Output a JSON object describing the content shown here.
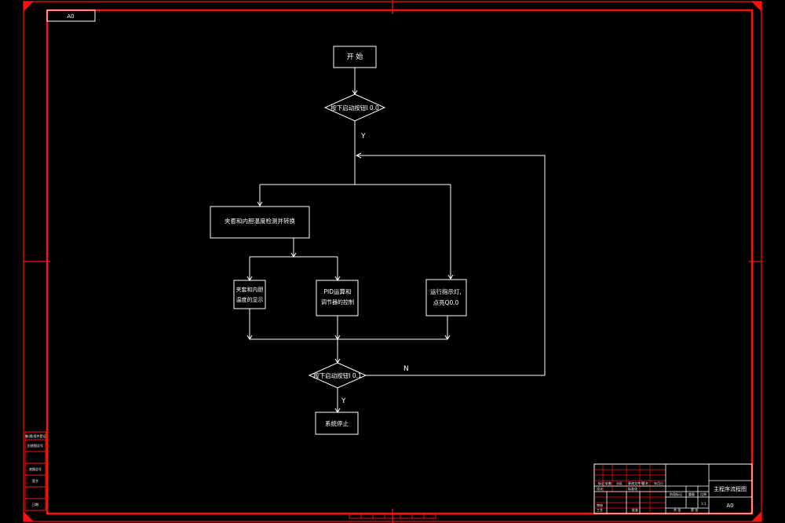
{
  "sheet": {
    "size_label": "A0",
    "title": "主程序流程图",
    "title_size": "A0",
    "border_color": "#ff1010",
    "line_color": "#ffffff",
    "left_labels": [
      "借(通)用件登记",
      "旧底图总号",
      "底图总号",
      "签字",
      "日期"
    ]
  },
  "flowchart": {
    "start": "开 始",
    "decision1": "按下启动按钮I 0.0",
    "decision1_yes": "Y",
    "process_main": "夹套和内胆温度检测并转换",
    "process_display_line1": "夹套和内胆",
    "process_display_line2": "温度的显示",
    "process_pid_line1": "PID运算和",
    "process_pid_line2": "调节器的控制",
    "process_alarm_line1": "运行指示灯,",
    "process_alarm_line2": "点亮Q0.0",
    "decision2": "按下启动按钮I 0.1",
    "decision2_no": "N",
    "decision2_yes": "Y",
    "end": "系统停止"
  },
  "title_block": {
    "cells": [
      "标记",
      "处数",
      "分区",
      "更改文件号",
      "签名",
      "年月日",
      "设计",
      "标准化",
      "阶段标记",
      "重量",
      "比例",
      "审核",
      "工艺",
      "批准",
      "共 张",
      "第 张"
    ],
    "scale": "1:1"
  }
}
